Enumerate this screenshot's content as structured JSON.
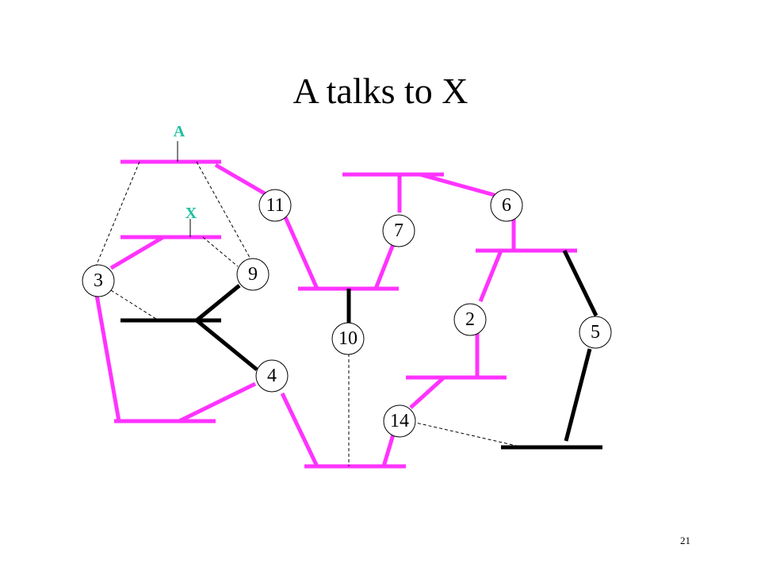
{
  "title": "A talks to X",
  "page_number": "21",
  "hosts": {
    "a": "A",
    "x": "X"
  },
  "bridges": [
    "11",
    "6",
    "7",
    "9",
    "3",
    "2",
    "5",
    "10",
    "4",
    "14"
  ],
  "colors": {
    "active_link": "#ff33ff",
    "blocked_link": "#000000",
    "host_label": "#1fbf9f"
  }
}
